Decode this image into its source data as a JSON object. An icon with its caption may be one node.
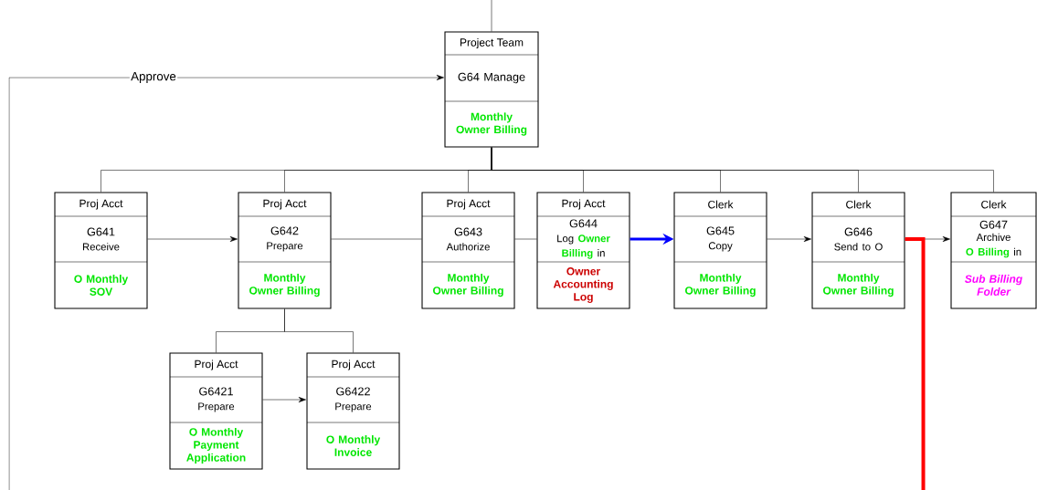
{
  "diagram": {
    "nodes": [
      {
        "text": [
          "Project Team",
          "G64 Manage",
          "Monthly Owner Billing"
        ]
      },
      {
        "text": [
          "Proj Acct",
          "G641",
          "Receive",
          "O Monthly SOV"
        ]
      },
      {
        "text": [
          "Proj Acct",
          "G642",
          "Prepare",
          "Monthly Owner Billing"
        ]
      },
      {
        "text": [
          "Proj Acct",
          "G643",
          "Authorize",
          "Monthly Owner Billing"
        ]
      },
      {
        "text": [
          "Proj Acct",
          "G644",
          "Log",
          "Owner Billing",
          "in",
          "Owner Accounting Log"
        ]
      },
      {
        "text": [
          "Clerk",
          "G645",
          "Copy",
          "Monthly Owner Billing"
        ]
      },
      {
        "text": [
          "Clerk",
          "G646",
          "Send to O",
          "Monthly Owner Billing"
        ]
      },
      {
        "text": [
          "Clerk",
          "G647",
          "Archive",
          "O Billing",
          "in",
          "Sub Billing Folder"
        ]
      },
      {
        "text": [
          "Proj Acct",
          "G6421",
          "Prepare",
          "O Monthly Payment Application"
        ]
      },
      {
        "text": [
          "Proj Acct",
          "G6422",
          "Prepare",
          "O Monthly Invoice"
        ]
      }
    ],
    "edges": [
      {
        "from": null,
        "to": 0,
        "arrow": "to",
        "label": "Approve"
      },
      {
        "from": null,
        "to": 0,
        "arrow": "none"
      },
      {
        "from": 0,
        "to": 1,
        "arrow": "none"
      },
      {
        "from": 0,
        "to": 2,
        "arrow": "none"
      },
      {
        "from": 0,
        "to": 3,
        "arrow": "none"
      },
      {
        "from": 0,
        "to": 4,
        "arrow": "none"
      },
      {
        "from": 0,
        "to": 5,
        "arrow": "none"
      },
      {
        "from": 0,
        "to": 6,
        "arrow": "none"
      },
      {
        "from": 0,
        "to": 7,
        "arrow": "none"
      },
      {
        "from": 1,
        "to": 2,
        "arrow": "to"
      },
      {
        "from": 2,
        "to": 3,
        "arrow": "none"
      },
      {
        "from": 3,
        "to": 4,
        "arrow": "none"
      },
      {
        "from": 4,
        "to": 5,
        "arrow": "to",
        "style": "thick",
        "color": "#0000ff"
      },
      {
        "from": 5,
        "to": 6,
        "arrow": "to"
      },
      {
        "from": 6,
        "to": 7,
        "arrow": "to"
      },
      {
        "from": 6,
        "to": null,
        "arrow": "none",
        "style": "thick",
        "color": "#ff0000"
      },
      {
        "from": 2,
        "to": 8,
        "arrow": "none"
      },
      {
        "from": 2,
        "to": 9,
        "arrow": "none"
      },
      {
        "from": 8,
        "to": 9,
        "arrow": "to"
      }
    ]
  }
}
